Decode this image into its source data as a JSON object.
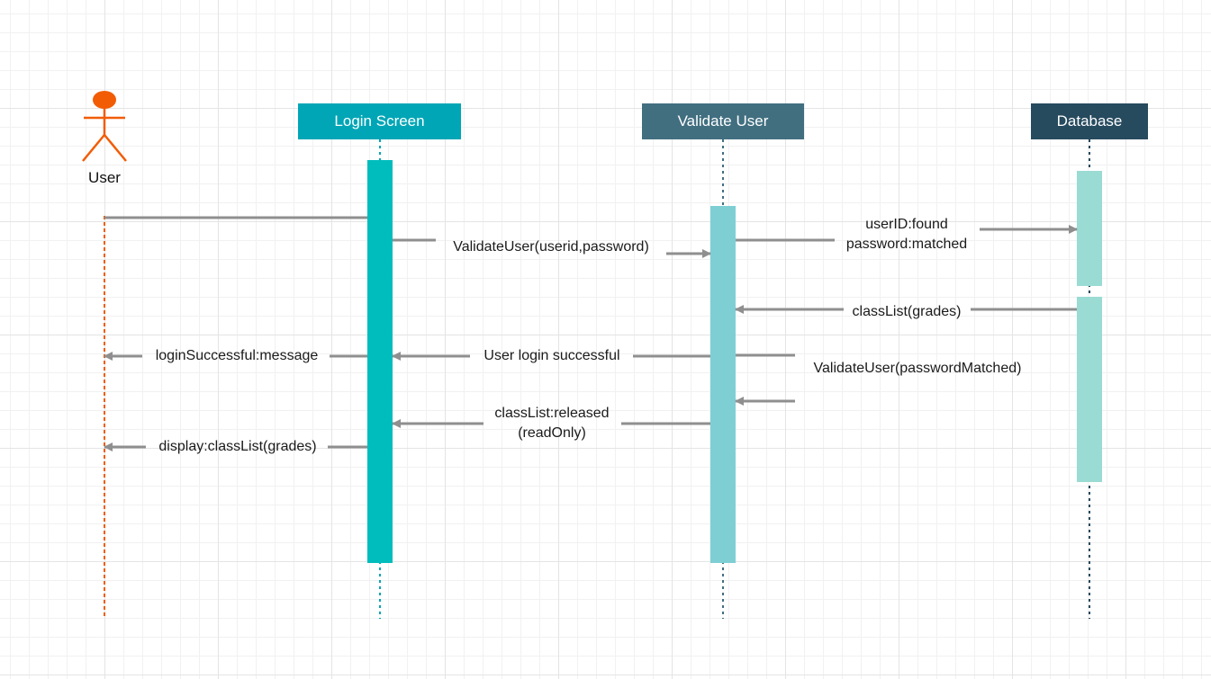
{
  "diagram": {
    "actor": {
      "label": "User",
      "color": "#f25c05"
    },
    "participants": [
      {
        "id": "login",
        "label": "Login Screen",
        "color": "#00a6b6"
      },
      {
        "id": "validate",
        "label": "Validate User",
        "color": "#416f80"
      },
      {
        "id": "database",
        "label": "Database",
        "color": "#264a5e"
      }
    ],
    "activation_colors": {
      "login": "#00bdbd",
      "validate": "#7dcfd3",
      "database": "#9adbd3"
    },
    "arrow_color": "#8f8f8f",
    "messages": [
      {
        "id": "m1",
        "lines": [
          "ValidateUser(userid,password)"
        ]
      },
      {
        "id": "m2",
        "lines": [
          "userID:found",
          "password:matched"
        ]
      },
      {
        "id": "m3",
        "lines": [
          "classList(grades)"
        ]
      },
      {
        "id": "m4",
        "lines": [
          "User login successful"
        ]
      },
      {
        "id": "m5",
        "lines": [
          "loginSuccessful:message"
        ]
      },
      {
        "id": "m6",
        "lines": [
          "ValidateUser(passwordMatched)"
        ]
      },
      {
        "id": "m7",
        "lines": [
          "classList:released",
          "(readOnly)"
        ]
      },
      {
        "id": "m8",
        "lines": [
          "display:classList(grades)"
        ]
      }
    ]
  }
}
